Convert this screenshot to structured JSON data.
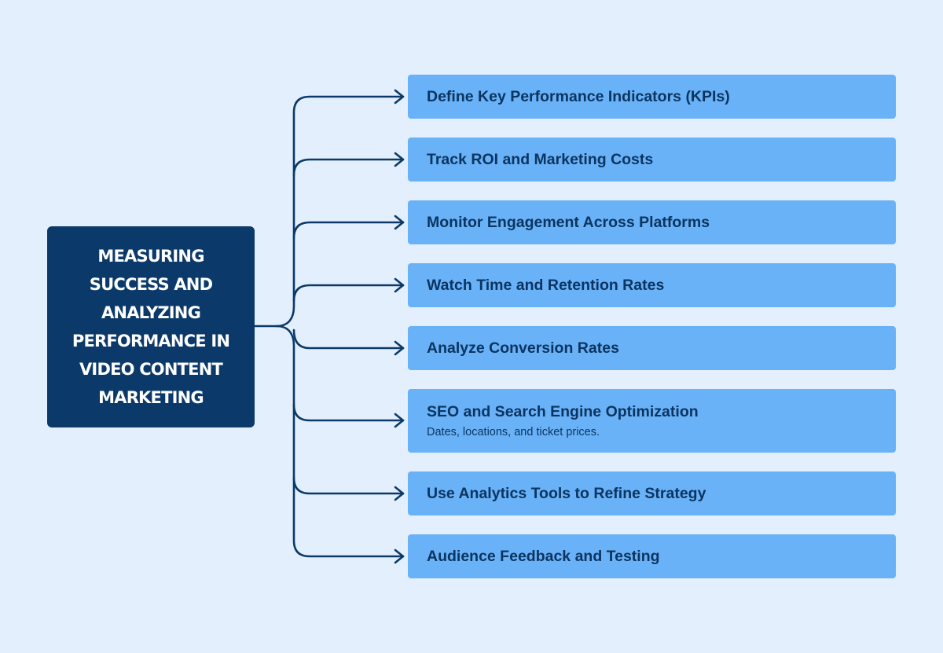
{
  "center": {
    "title": "Measuring Success and Analyzing Performance in Video Content Marketing"
  },
  "items": [
    {
      "label": "Define Key Performance Indicators (KPIs)"
    },
    {
      "label": "Track ROI and Marketing Costs"
    },
    {
      "label": "Monitor Engagement Across Platforms"
    },
    {
      "label": "Watch Time and Retention Rates"
    },
    {
      "label": "Analyze Conversion Rates"
    },
    {
      "label": "SEO and Search Engine Optimization",
      "description": "Dates, locations, and ticket prices."
    },
    {
      "label": "Use Analytics Tools to Refine Strategy"
    },
    {
      "label": "Audience Feedback and Testing"
    }
  ],
  "colors": {
    "background": "#e4effd",
    "center_box": "#0b3a6a",
    "item_box": "#6ab2f8",
    "text_dark": "#0b3560",
    "connector": "#0b3a6a"
  }
}
